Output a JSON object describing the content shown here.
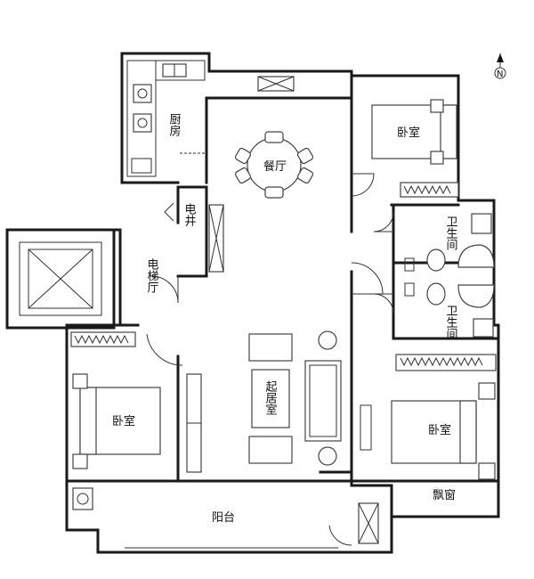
{
  "rooms": {
    "kitchen": "厨房",
    "dining": "餐厅",
    "bedroom_ne": "卧室",
    "bath_1": "卫生间",
    "bath_2": "卫生间",
    "elevator_shaft": "电井",
    "elevator_hall": "电梯厅",
    "living": "起居室",
    "bedroom_w": "卧室",
    "bedroom_se": "卧室",
    "bay_window": "飘窗",
    "balcony": "阳台"
  },
  "compass": {
    "north": "N"
  },
  "colors": {
    "wall": "#1a1a1a",
    "line": "#444444",
    "background": "#ffffff"
  }
}
